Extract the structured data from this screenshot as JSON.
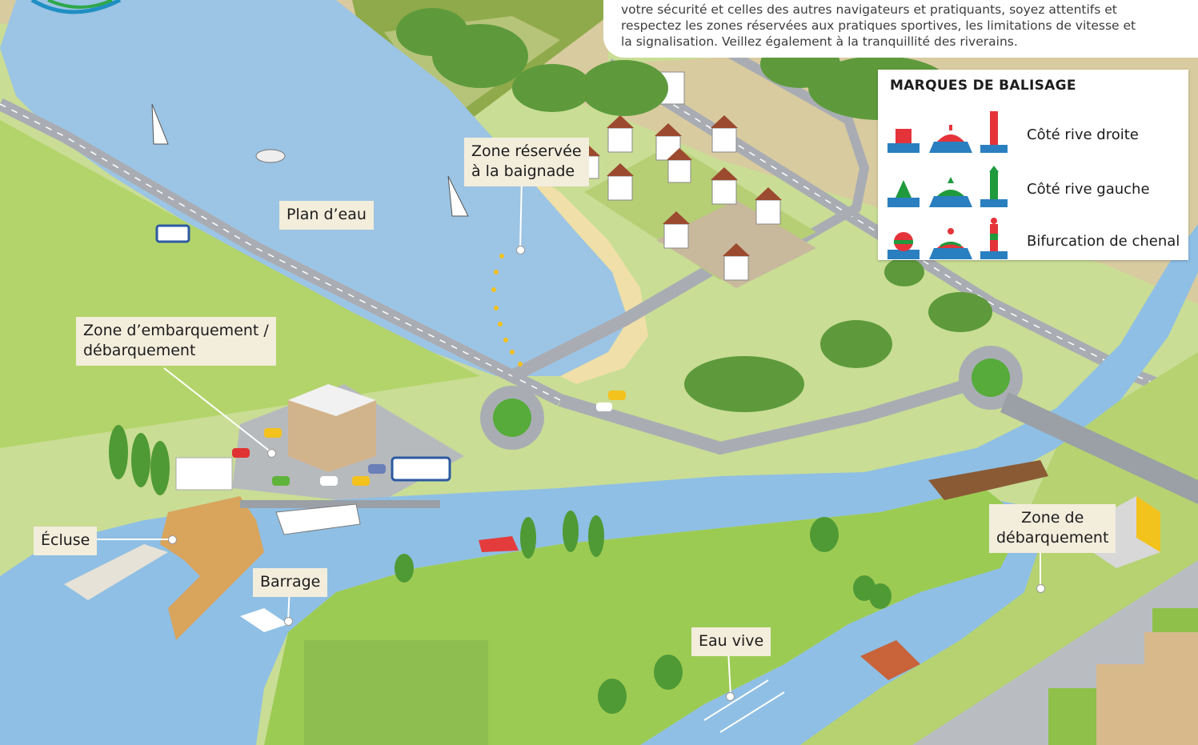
{
  "intro_text": {
    "line1": "votre sécurité et celles des autres navigateurs et pratiquants, soyez attentifs et",
    "line2": "respectez les zones réservées aux pratiques sportives, les limitations de vitesse et",
    "line3": "la signalisation. Veillez également à la tranquillité des riverains."
  },
  "labels": {
    "plan_eau": "Plan d’eau",
    "baignade_1": "Zone réservée",
    "baignade_2": "à la baignade",
    "embarquement_1": "Zone d’embarquement /",
    "embarquement_2": "débarquement",
    "ecluse": "Écluse",
    "barrage": "Barrage",
    "debarquement_1": "Zone de",
    "debarquement_2": "débarquement",
    "eau_vive": "Eau vive"
  },
  "legend": {
    "title": "MARQUES DE BALISAGE",
    "rows": [
      {
        "label": "Côté rive droite",
        "color": "#e5333a"
      },
      {
        "label": "Côté rive gauche",
        "color": "#1f9a3d"
      },
      {
        "label": "Bifurcation de chenal",
        "color": "#e5333a",
        "band": "#1f9a3d"
      }
    ]
  },
  "colors": {
    "water": "#9cc4e4",
    "river": "#7fb2dc",
    "grass": "#a9cf5e",
    "road": "#a9adb3",
    "accent_green": "#1f9a3d",
    "accent_red": "#e5333a"
  }
}
